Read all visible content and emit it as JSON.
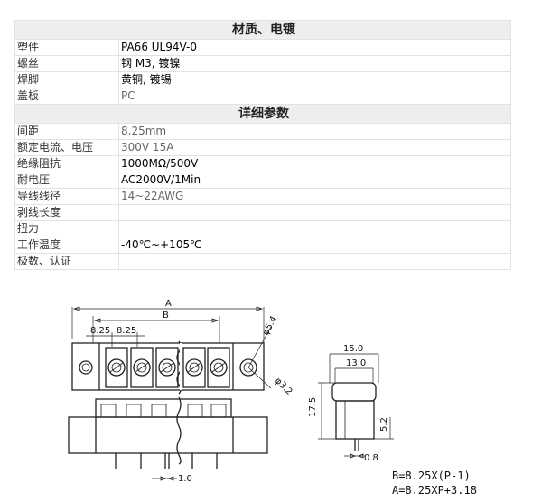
{
  "sections": [
    {
      "title": "材质、电镀",
      "rows": [
        {
          "label": "塑件",
          "value": "PA66 UL94V-0"
        },
        {
          "label": "螺丝",
          "value": "钢 M3, 镀镍"
        },
        {
          "label": "焊脚",
          "value": "黄铜, 镀锡"
        },
        {
          "label": "盖板",
          "value": "PC"
        }
      ]
    },
    {
      "title": "详细参数",
      "rows": [
        {
          "label": "间距",
          "value": "8.25mm"
        },
        {
          "label": "额定电流、电压",
          "value": "300V  15A"
        },
        {
          "label": "绝缘阻抗",
          "value": "1000MΩ/500V"
        },
        {
          "label": "耐电压",
          "value": "AC2000V/1Min"
        },
        {
          "label": "导线线径",
          "value": "14~22AWG"
        },
        {
          "label": "剥线长度",
          "value": ""
        },
        {
          "label": "扭力",
          "value": ""
        },
        {
          "label": "工作温度",
          "value": "-40℃~+105℃"
        },
        {
          "label": "极数、认证",
          "value": ""
        }
      ]
    }
  ],
  "drawing": {
    "dim_a": "A",
    "dim_b": "B",
    "pitch1": "8.25",
    "pitch2": "8.25",
    "hole_big": "φ5.4",
    "hole_small": "φ3.2",
    "pin_width": "1.0",
    "side_top": "15.0",
    "side_inner": "13.0",
    "side_height": "17.5",
    "pin_length": "5.2",
    "pin_thick": "0.8",
    "formula_b": "B=8.25X(P-1)",
    "formula_a": "A=8.25XP+3.18"
  }
}
